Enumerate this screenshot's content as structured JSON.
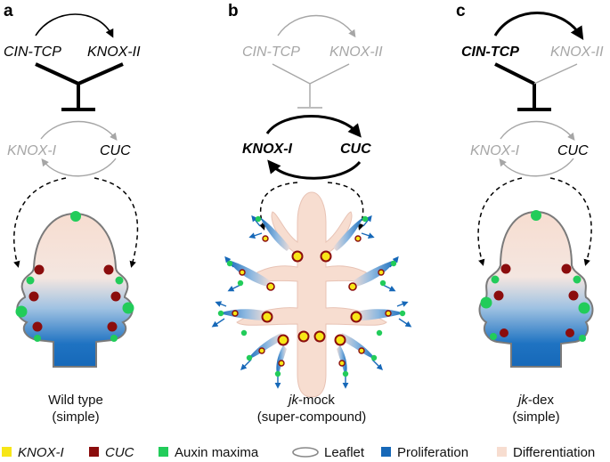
{
  "panels": [
    {
      "letter": "a",
      "genes": {
        "top_left": "CIN-TCP",
        "top_right": "KNOX-II",
        "mid_left": "KNOX-I",
        "mid_right": "CUC"
      },
      "caption_line1_prefix": "",
      "caption_line1_rest": "Wild type",
      "caption_line2": "(simple)"
    },
    {
      "letter": "b",
      "genes": {
        "top_left": "CIN-TCP",
        "top_right": "KNOX-II",
        "mid_left": "KNOX-I",
        "mid_right": "CUC"
      },
      "caption_line1_prefix": "jk",
      "caption_line1_rest": "-mock",
      "caption_line2": "(super-compound)"
    },
    {
      "letter": "c",
      "genes": {
        "top_left": "CIN-TCP",
        "top_right": "KNOX-II",
        "mid_left": "KNOX-I",
        "mid_right": "CUC"
      },
      "caption_line1_prefix": "jk",
      "caption_line1_rest": "-dex",
      "caption_line2": "(simple)"
    }
  ],
  "legend": [
    {
      "label": "KNOX-I",
      "italic": true,
      "swatch": "square",
      "color": "#f7e617"
    },
    {
      "label": "CUC",
      "italic": true,
      "swatch": "square",
      "color": "#8b0d0d"
    },
    {
      "label": "Auxin maxima",
      "italic": false,
      "swatch": "square",
      "color": "#22cc5a"
    },
    {
      "label": "Leaflet",
      "italic": false,
      "swatch": "ellipse",
      "color": "#888888"
    },
    {
      "label": "Proliferation",
      "italic": false,
      "swatch": "square",
      "color": "#1668b8"
    },
    {
      "label": "Differentiation",
      "italic": false,
      "swatch": "square",
      "color": "#f7ddd0"
    }
  ],
  "colors": {
    "knox_yellow": "#f7e617",
    "cuc_red": "#8b0d0d",
    "auxin_green": "#22cc5a",
    "proliferation_blue": "#1668b8",
    "differentiation_peach": "#f7ddd0",
    "inactive_gray": "#a6a6a6"
  }
}
